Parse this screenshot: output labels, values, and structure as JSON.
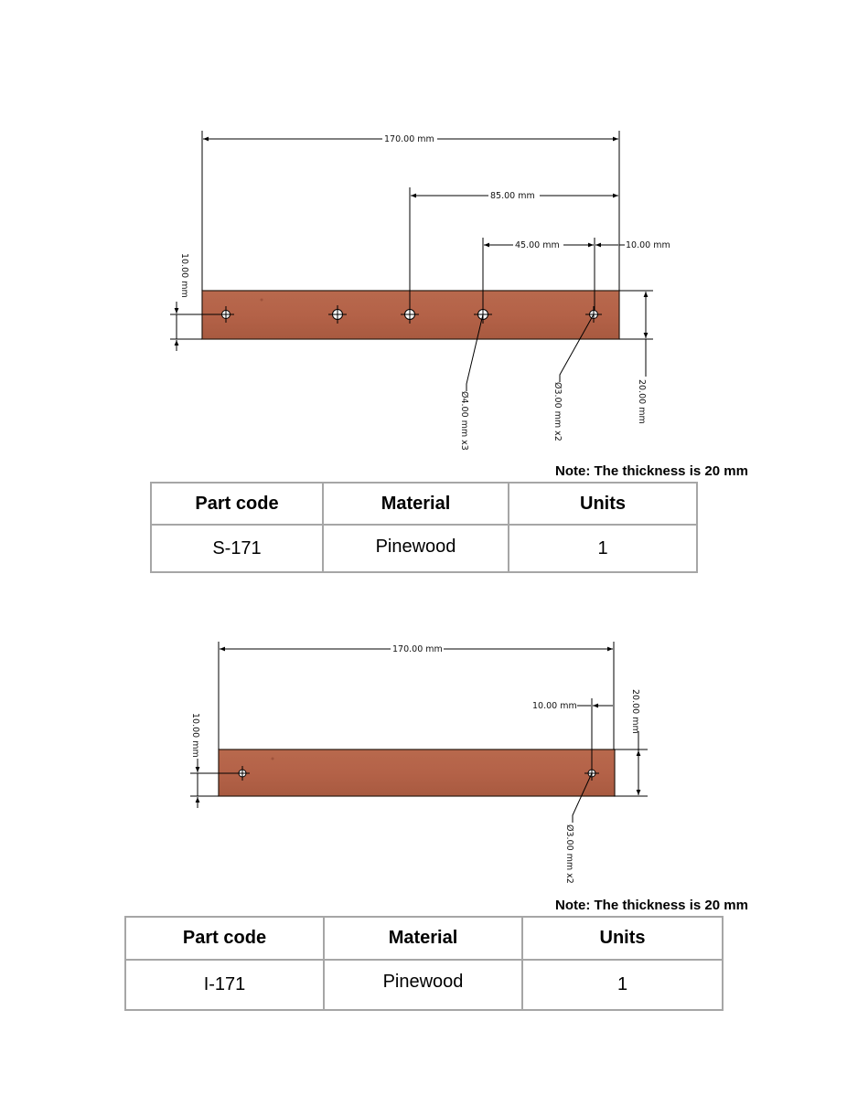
{
  "part1": {
    "dimensions": {
      "overall": "170.00 mm",
      "middle": "85.00 mm",
      "inner": "45.00 mm",
      "edge": "10.00 mm",
      "left_offset": "10.00 mm",
      "height": "20.00 mm",
      "hole_large": "Ø4.00 mm x3",
      "hole_small": "Ø3.00 mm x2"
    },
    "note": "Note: The thickness is 20 mm",
    "table": {
      "headers": [
        "Part code",
        "Material",
        "Units"
      ],
      "row": [
        "S-171",
        "Pinewood",
        "1"
      ]
    }
  },
  "part2": {
    "dimensions": {
      "overall": "170.00 mm",
      "edge": "10.00 mm",
      "left_offset": "10.00 mm",
      "height": "20.00 mm",
      "hole_small": "Ø3.00 mm x2"
    },
    "note": "Note: The thickness is 20 mm",
    "table": {
      "headers": [
        "Part code",
        "Material",
        "Units"
      ],
      "row": [
        "I-171",
        "Pinewood",
        "1"
      ]
    }
  },
  "colors": {
    "wood": "#b5654a",
    "wood_dark": "#a4573e",
    "table_border": "#a6a6a6"
  }
}
